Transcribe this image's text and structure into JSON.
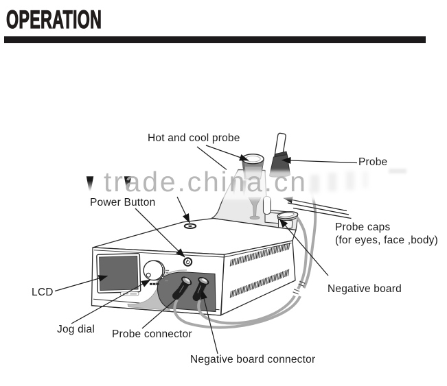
{
  "page": {
    "title": "OPERATION",
    "background": "#ffffff",
    "rule_color": "#1c1a1a",
    "text_color": "#1b1b1b"
  },
  "watermark": {
    "text": "trade.china.cn",
    "color": "#ababab"
  },
  "diagram": {
    "device": "facial beauty machine with hot and cool probes",
    "labels": [
      {
        "id": "hot-and-cool-probe",
        "text": "Hot and cool probe",
        "style": "left:215px;top:193px"
      },
      {
        "id": "probe",
        "text": "Probe",
        "style": "left:522px;top:228px"
      },
      {
        "id": "power-button",
        "text": "Power Button",
        "style": "left:131px;top:287px"
      },
      {
        "id": "probe-caps",
        "text": "Probe caps",
        "style": "left:488px;top:323px"
      },
      {
        "id": "probe-caps-note",
        "text": "(for eyes, face ,body)",
        "style": "left:488px;top:342px"
      },
      {
        "id": "lcd",
        "text": "LCD",
        "style": "left:46px;top:418px"
      },
      {
        "id": "negative-board",
        "text": "Negative board",
        "style": "left:477px;top:413px"
      },
      {
        "id": "jog-dial",
        "text": "Jog dial",
        "style": "left:83px;top:472px"
      },
      {
        "id": "probe-connector",
        "text": "Probe connector",
        "style": "left:163px;top:479px"
      },
      {
        "id": "negative-board-connector",
        "text": "Negative board connector",
        "style": "left:277px;top:516px"
      }
    ]
  }
}
